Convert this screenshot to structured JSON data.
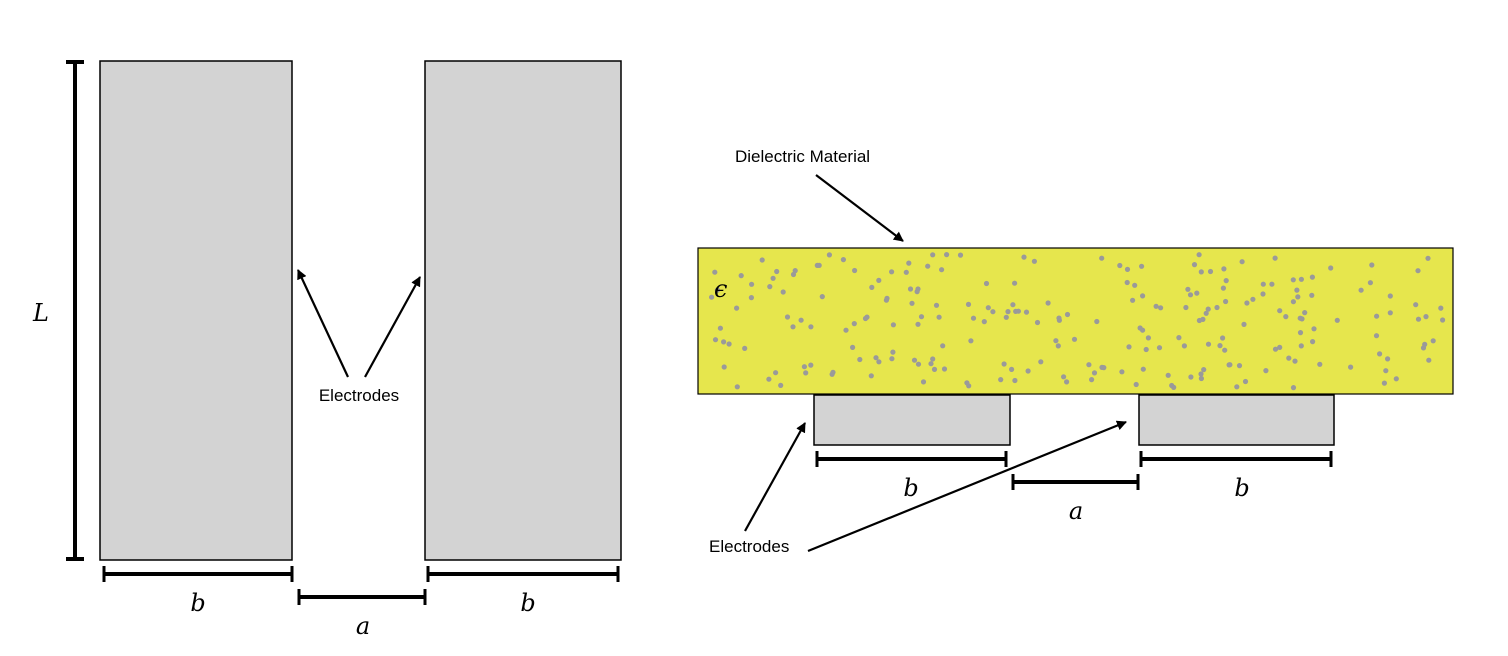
{
  "top_view": {
    "length_label": "L",
    "width_label_left": "b",
    "width_label_right": "b",
    "gap_label": "a",
    "electrodes_label": "Electrodes"
  },
  "side_view": {
    "dielectric_label": "Dielectric Material",
    "permittivity_label": "ϵ",
    "width_label_left": "b",
    "width_label_right": "b",
    "gap_label": "a",
    "electrodes_label": "Electrodes"
  },
  "colors": {
    "electrode_fill": "#d3d3d3",
    "dielectric_fill": "#e6e64d",
    "particle_fill": "#9a9a9a",
    "stroke": "#000000"
  }
}
